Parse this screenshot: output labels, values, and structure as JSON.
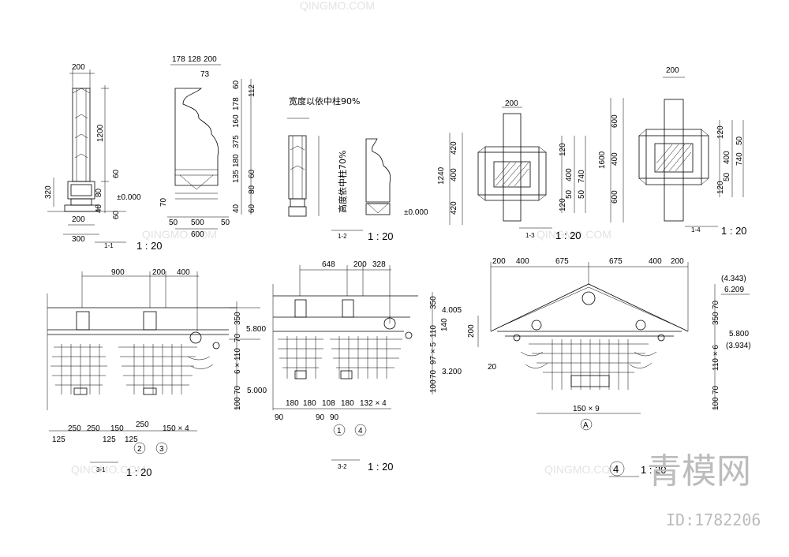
{
  "views": {
    "v1_1": {
      "tag": "1-1",
      "scale": "1 : 20",
      "dims": [
        "200",
        "1200",
        "60",
        "320",
        "80",
        "±0.000",
        "40",
        "60",
        "200",
        "300"
      ]
    },
    "v_profile": {
      "dims": [
        "178",
        "128",
        "200",
        "73",
        "60",
        "112",
        "178",
        "160",
        "375",
        "180",
        "135",
        "60",
        "80",
        "40",
        "60",
        "70",
        "50",
        "500",
        "50",
        "600"
      ]
    },
    "v1_2": {
      "tag": "1-2",
      "scale": "1 : 20",
      "notes": {
        "width": "宽度以依中柱90%",
        "height": "高度依中柱70%"
      },
      "dims": [
        "±0.000"
      ]
    },
    "v1_3": {
      "tag": "1-3",
      "scale": "1 : 20",
      "dims": [
        "200",
        "420",
        "1240",
        "400",
        "420",
        "120",
        "400",
        "740",
        "50",
        "120",
        "50"
      ]
    },
    "v1_4": {
      "tag": "1-4",
      "scale": "1 : 20",
      "dims": [
        "200",
        "600",
        "1600",
        "400",
        "600",
        "120",
        "400",
        "740",
        "50",
        "120",
        "50"
      ]
    },
    "v3_1": {
      "tag": "3-1",
      "scale": "1 : 20",
      "dims": [
        "900",
        "200",
        "400",
        "350",
        "5.800",
        "70",
        "6 × 110",
        "70",
        "5.000",
        "100",
        "125",
        "250",
        "250",
        "150",
        "125",
        "125",
        "250",
        "150 × 4"
      ],
      "markers": [
        "2",
        "3"
      ]
    },
    "v3_2": {
      "tag": "3-2",
      "scale": "1 : 20",
      "dims": [
        "648",
        "200",
        "328",
        "350",
        "4.005",
        "140",
        "110",
        "97 × 5",
        "70",
        "3.200",
        "100",
        "90",
        "180",
        "180",
        "108",
        "180",
        "90",
        "90",
        "132 × 4"
      ],
      "markers": [
        "1",
        "4"
      ]
    },
    "v4": {
      "tag": "4",
      "scale": "1 : 20",
      "dims": [
        "200",
        "400",
        "675",
        "675",
        "400",
        "200",
        "(4.343)",
        "6.209",
        "70",
        "350",
        "5.800",
        "(3.934)",
        "110 × 6",
        "70",
        "100",
        "200",
        "20",
        "150 × 9"
      ],
      "markers": [
        "A"
      ]
    }
  },
  "watermark": {
    "brand": "青模网",
    "id": "ID:1782206",
    "ghost": "QINGMO.COM"
  }
}
